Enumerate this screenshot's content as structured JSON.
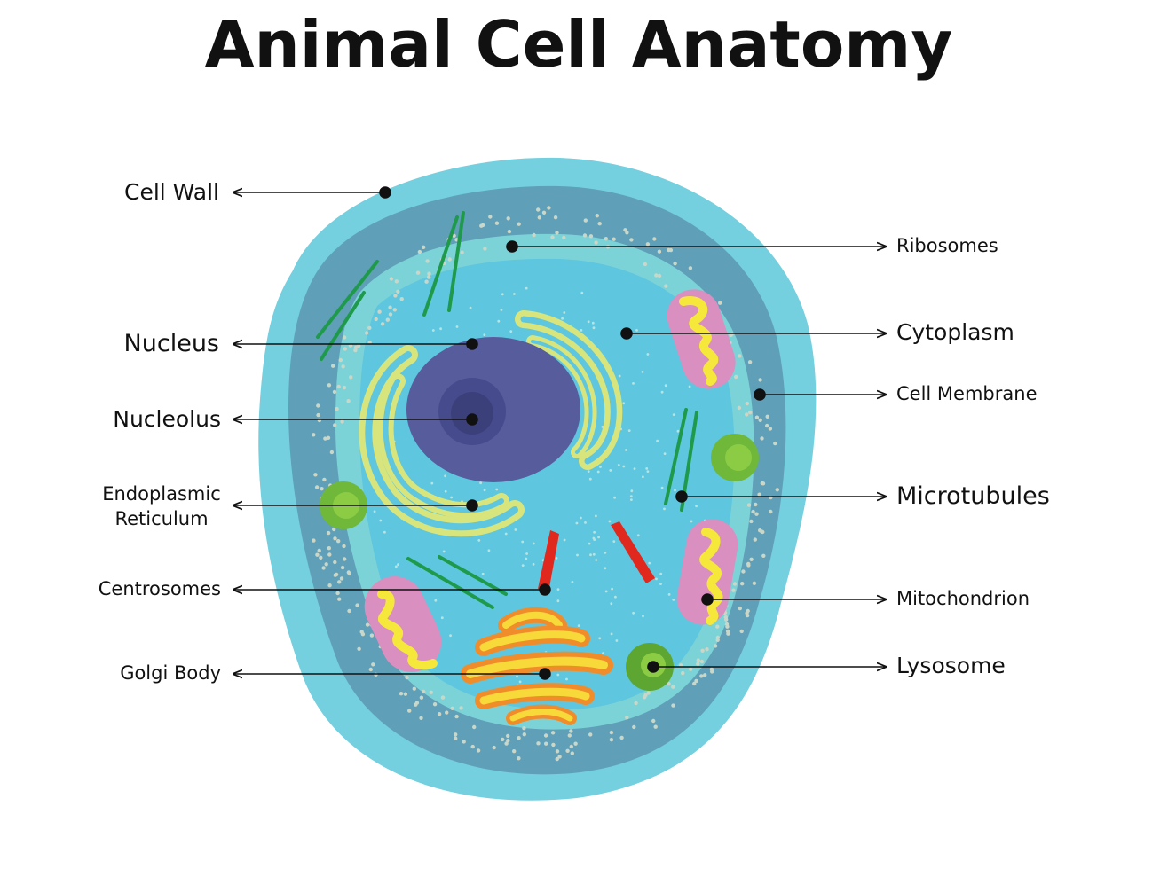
{
  "title": "Animal Cell Anatomy",
  "labels": {
    "cell_wall": "Cell Wall",
    "nucleus": "Nucleus",
    "nucleolus": "Nucleolus",
    "endoplasmic_reticulum_line1": "Endoplasmic",
    "endoplasmic_reticulum_line2": "Reticulum",
    "centrosomes": "Centrosomes",
    "golgi_body": "Golgi Body",
    "ribosomes": "Ribosomes",
    "cytoplasm": "Cytoplasm",
    "cell_membrane": "Cell Membrane",
    "microtubules": "Microtubules",
    "mitochondrion": "Mitochondrion",
    "lysosome": "Lysosome"
  },
  "colors": {
    "cell_wall": "#74cfdf",
    "membrane_band": "#5f9fb8",
    "cytoplasm_outer": "#7cd3d7",
    "cytoplasm_inner": "#5ec7df",
    "nucleus": "#575c9c",
    "nucleolus": "#3b3f7a",
    "er": "#d8e57c",
    "golgi_outer": "#f18c2a",
    "golgi_inner": "#f7d93a",
    "mito_outer": "#d98fbf",
    "mito_inner": "#f5e83b",
    "lysosome": "#6fb83a",
    "microtubule": "#1f9a4a",
    "centrosome": "#e0281e",
    "pointer": "#111111"
  }
}
